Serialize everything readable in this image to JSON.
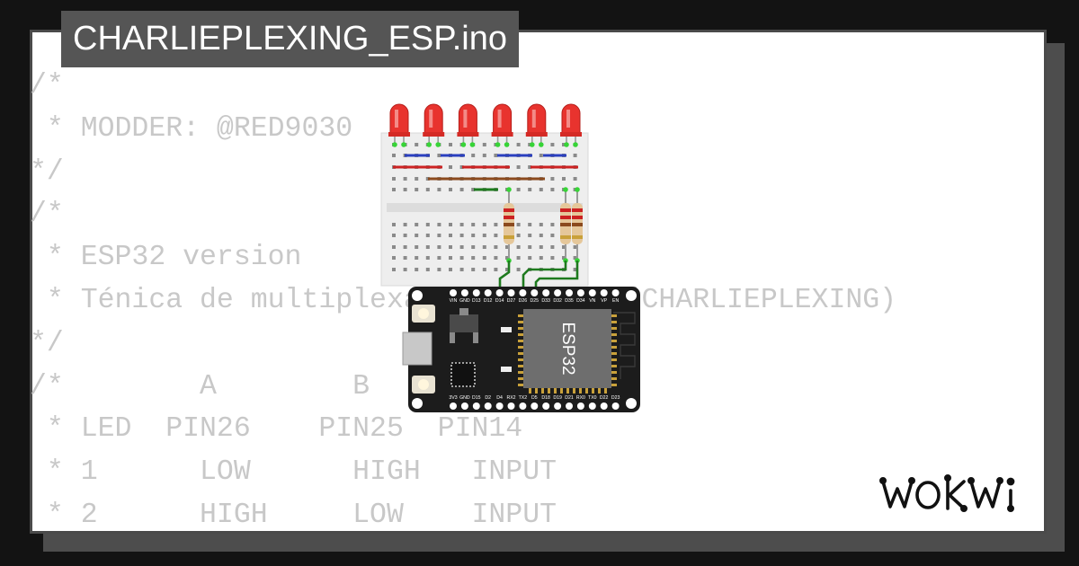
{
  "project": {
    "filename": "CHARLIEPLEXING_ESP.ino"
  },
  "code_lines": [
    "/*",
    " * MODDER: @RED9030",
    "*/",
    "/*",
    " * ESP32 version",
    " * Ténica de multiplexado para ESP (CHARLIEPLEXING)",
    "*/",
    "/*        A        B      C",
    " * LED  PIN26    PIN25  PIN14",
    " * 1      LOW      HIGH   INPUT",
    " * 2      HIGH     LOW    INPUT"
  ],
  "esp32": {
    "chip_label": "ESP32",
    "top_pins": [
      "VIN",
      "GND",
      "D13",
      "D12",
      "D14",
      "D27",
      "D26",
      "D25",
      "D33",
      "D32",
      "D35",
      "D34",
      "VN",
      "VP",
      "EN"
    ],
    "bottom_pins": [
      "3V3",
      "GND",
      "D15",
      "D2",
      "D4",
      "RX2",
      "TX2",
      "D5",
      "D18",
      "D19",
      "D21",
      "RX0",
      "TX0",
      "D22",
      "D23"
    ]
  },
  "breadboard": {
    "led_count": 6,
    "led_color": "#e8332e",
    "resistor_count": 3
  },
  "brand": {
    "logo_text": "WOKWi"
  },
  "colors": {
    "background": "#131313",
    "card": "#ffffff",
    "title_tab": "#555555",
    "code_text": "#c8c8c8",
    "board": "#1c1c1c",
    "chip": "#6e6e6e",
    "wire": "#1e7a1e"
  }
}
